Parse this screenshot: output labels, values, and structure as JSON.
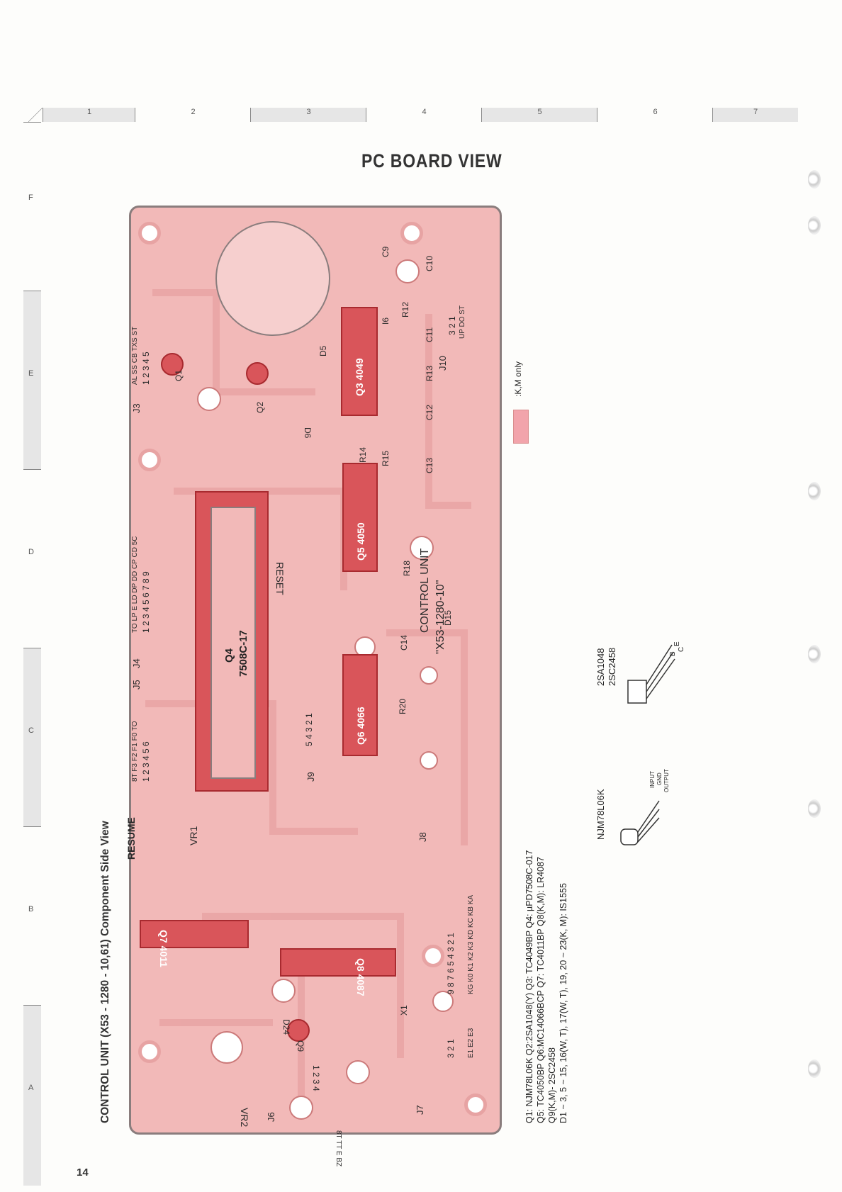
{
  "page": {
    "number": "14",
    "title": "PC BOARD VIEW",
    "caption": "CONTROL UNIT (X53 - 1280 - 10,61)  Component Side View",
    "legend": ":K,M only"
  },
  "grid": {
    "columns": [
      "1",
      "2",
      "3",
      "4",
      "5",
      "6",
      "7"
    ],
    "rows": [
      "F",
      "E",
      "D",
      "C",
      "B",
      "A"
    ]
  },
  "board": {
    "unit_label": "CONTROL UNIT",
    "part_label": "''X53-1280-10''",
    "reset_label": "RESET",
    "resume_label": "RESUME",
    "chips": {
      "q3": "Q3  4049",
      "q4a": "Q4",
      "q4b": "7508C-17",
      "q5": "Q5  4050",
      "q6": "Q6  4066",
      "q7": "Q7  4011",
      "q8": "Q8  4087"
    },
    "connectors": {
      "j3": "AL SS CB TXS ST",
      "j3_pins": "1 2 3 4 5",
      "j4": "TO LP E  LD DP DD CP CD 5C",
      "j4_pins": "1 2 3 4 5 6 7 8 9",
      "j5": "8T F3 F2 F1 F0 TO",
      "j5_pins": "1 2 3 4 5 6",
      "j8": "KG K0 K1 K2 K3 KD KC KB KA",
      "j8_pins": "9 8 7 6 5 4 3 2 1",
      "j7": "E1 E2 E3",
      "j7_pins": "3 2 1",
      "j6": "8T TT E BZ",
      "j6_pins": "1 2 3 4",
      "j10": "UP DO ST",
      "j10_pins": "3 2 1",
      "j9_pins": "5 4 3 2 1"
    },
    "labels": {
      "j3": "J3",
      "j4": "J4",
      "j5": "J5",
      "j6": "J6",
      "j7": "J7",
      "j8": "J8",
      "j9": "J9",
      "j10": "J10",
      "vr1": "VR1",
      "vr2": "VR2",
      "x1": "X1",
      "q1": "Q1",
      "q2": "Q2",
      "q9": "Q9",
      "d24": "D24",
      "c9": "C9",
      "c10": "C10",
      "c11": "C11",
      "c12": "C12",
      "c13": "C13",
      "c14": "C14",
      "r12": "R12",
      "r13": "R13",
      "r14": "R14",
      "r15": "R15",
      "r18": "R18",
      "r20": "R20",
      "d5": "D5",
      "d6": "D6",
      "d15": "D15",
      "i6": "I6"
    }
  },
  "notes": {
    "line1": "Q1: NJM78L06K  Q2:2SA1048(Y)  Q3: TC4049BP  Q4: µPD7508C-017",
    "line2": "Q5: TC4050BP  Q6:MC14066BCP  Q7: TC4011BP  Q8(K,M): LR4087",
    "line3": "Q9(K,M)- 2SC2458",
    "line4": "D1 ~ 3, 5 ~ 15, 16(W, T), 17(W, T), 19, 20 ~ 23(K, M): IS1555"
  },
  "components": {
    "regulator": "NJM78L06K",
    "regulator_pins": [
      "INPUT",
      "GND",
      "OUTPUT"
    ],
    "transistor_a": "2SA1048",
    "transistor_b": "2SC2458",
    "transistor_pins": [
      "E",
      "C",
      "B"
    ]
  },
  "colors": {
    "board": "#f2b9b8",
    "chip": "#d9555a",
    "legend": "#f2a4ab"
  }
}
